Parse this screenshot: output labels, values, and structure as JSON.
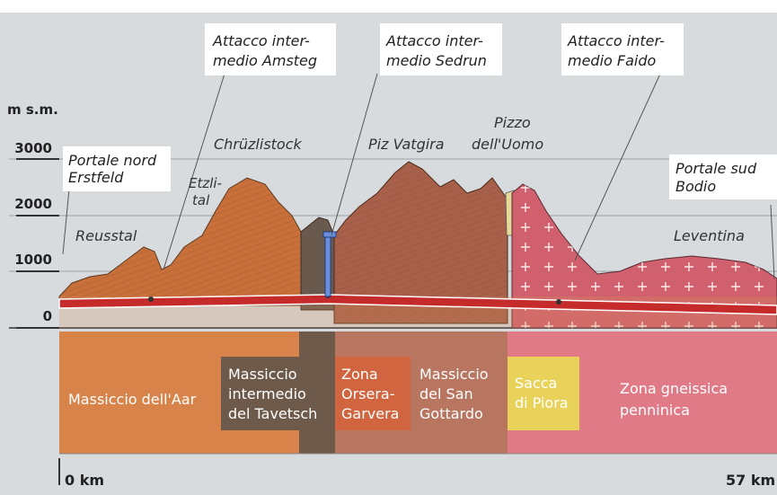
{
  "axis": {
    "unit": "m s.m.",
    "ticks": [
      "3000",
      "2000",
      "1000",
      "0"
    ],
    "km_start": "0 km",
    "km_end": "57 km"
  },
  "callouts": {
    "amsteg": [
      "Attacco inter-",
      "medio Amsteg"
    ],
    "sedrun": [
      "Attacco inter-",
      "medio Sedrun"
    ],
    "faido": [
      "Attacco inter-",
      "medio Faido"
    ],
    "portale_nord": [
      "Portale nord",
      "Erstfeld"
    ],
    "portale_sud": [
      "Portale sud",
      "Bodio"
    ]
  },
  "places": {
    "chruzlistock": "Chrüzlistock",
    "etzlital": [
      "Etzli-",
      "tal"
    ],
    "reusstal": "Reusstal",
    "piz_vatgira": "Piz Vatgira",
    "pizzo_uomo": [
      "Pizzo",
      "dell'Uomo"
    ],
    "leventina": "Leventina"
  },
  "zones": {
    "aar": [
      "Massiccio dell'Aar"
    ],
    "tavetsch": [
      "Massiccio",
      "intermedio",
      "del Tavetsch"
    ],
    "orsera": [
      "Zona",
      "Orsera-",
      "Garvera"
    ],
    "gottardo": [
      "Massiccio",
      "del San",
      "Gottardo"
    ],
    "piora": [
      "Sacca",
      "di Piora"
    ],
    "gneiss": [
      "Zona gneissica",
      "penninica"
    ]
  },
  "colors": {
    "aar": "#d8834a",
    "tavetsch": "#6e5a4a",
    "orsera": "#d0653f",
    "gottardo": "#b87560",
    "piora": "#e8d25a",
    "gneiss": "#d86a78",
    "tunnel": "#c62b2b"
  }
}
